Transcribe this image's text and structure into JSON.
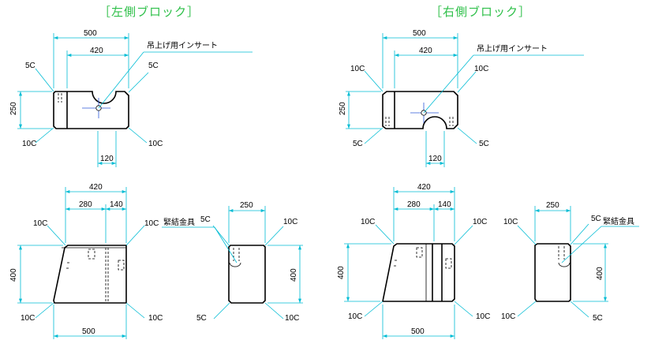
{
  "titles": {
    "left": "［左側ブロック］",
    "right": "［右側ブロック］"
  },
  "callouts": {
    "insert": "吊上げ用インサート",
    "fitting": "緊結金具"
  },
  "left_top": {
    "w500": "500",
    "w420": "420",
    "h250": "250",
    "w120": "120",
    "c_ul": "5C",
    "c_ur": "5C",
    "c_ll": "10C",
    "c_lr": "10C"
  },
  "right_top": {
    "w500": "500",
    "w420": "420",
    "h250": "250",
    "w120": "120",
    "c_ul": "10C",
    "c_ur": "10C",
    "c_ll": "5C",
    "c_lr": "5C"
  },
  "left_front": {
    "w420": "420",
    "w280": "280",
    "w140": "140",
    "h400": "400",
    "w500": "500",
    "c_ul": "10C",
    "c_ur": "10C",
    "c_ll": "10C",
    "c_lr": "10C"
  },
  "left_side": {
    "w250": "250",
    "h400": "400",
    "c_ul": "5C",
    "c_ur": "10C",
    "c_ll": "5C",
    "c_lr": "10C"
  },
  "right_front": {
    "w420": "420",
    "w280": "280",
    "w140": "140",
    "h400": "400",
    "w500": "500",
    "c_ul": "10C",
    "c_ur": "10C",
    "c_ll": "10C",
    "c_lr": "10C"
  },
  "right_side": {
    "w250": "250",
    "h400": "400",
    "c_ul": "10C",
    "c_ur": "5C",
    "c_ll": "10C",
    "c_lr": "5C"
  }
}
